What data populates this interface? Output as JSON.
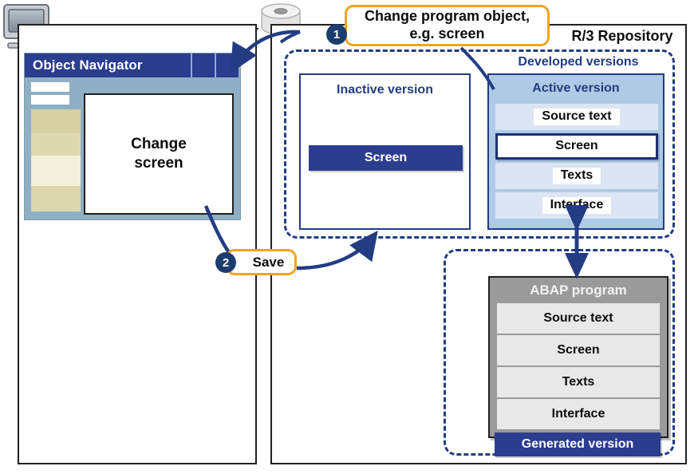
{
  "diagram": {
    "title": "ABAP program change and generation flow",
    "colors": {
      "dark_blue": "#2a3d8f",
      "border_blue": "#233c82",
      "light_blue": "#aecbe6",
      "row_blue": "#dbe5f3",
      "orange": "#f0a41e",
      "badge_blue": "#1c3c6e",
      "grey": "#9a9a9a",
      "row_grey": "#e8e8e8",
      "khaki": "#ded9b0",
      "window_blue": "#8fafc4",
      "black": "#231f20"
    }
  },
  "icons": {
    "monitor": "monitor-icon",
    "database": "disk-icon"
  },
  "left_panel": {
    "window": {
      "title": "Object Navigator",
      "canvas_label": "Change\nscreen",
      "canvas_label_line1": "Change",
      "canvas_label_line2": "screen",
      "titlebar_segments": 2,
      "tree_rows": 4,
      "fields": 2
    }
  },
  "right_panel": {
    "title": "R/3 Repository",
    "developed_versions": {
      "label": "Developed versions",
      "inactive_version": {
        "label": "Inactive version",
        "item": "Screen"
      },
      "active_version": {
        "label": "Active version",
        "items": [
          {
            "label": "Source text",
            "highlighted": false
          },
          {
            "label": "Screen",
            "highlighted": true
          },
          {
            "label": "Texts",
            "highlighted": false
          },
          {
            "label": "Interface",
            "highlighted": false
          }
        ]
      }
    },
    "generated_group": {
      "abap_program": {
        "title": "ABAP program",
        "items": [
          "Source text",
          "Screen",
          "Texts",
          "Interface"
        ]
      },
      "generated_version_badge": "Generated version"
    }
  },
  "callouts": [
    {
      "number": "1",
      "text_line1": "Change program object,",
      "text_line2": "e.g. screen"
    },
    {
      "number": "2",
      "text": "Save"
    }
  ]
}
